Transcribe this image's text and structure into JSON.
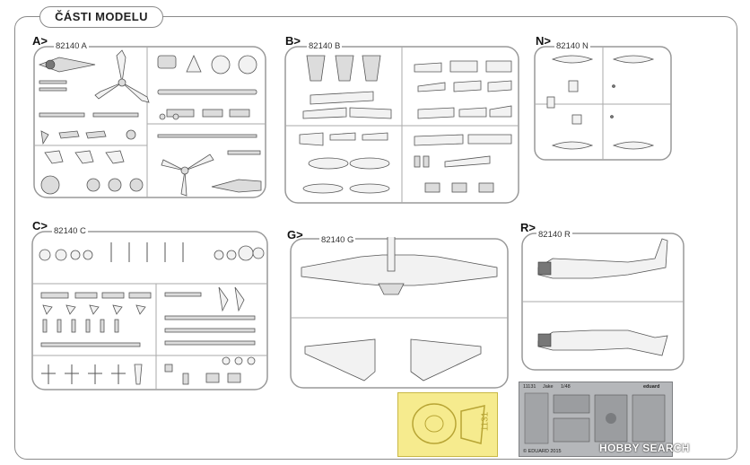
{
  "title": "ČÁSTI MODELU",
  "sections": {
    "a": {
      "label": "A>",
      "part": "82140 A"
    },
    "b": {
      "label": "B>",
      "part": "82140 B"
    },
    "n": {
      "label": "N>",
      "part": "82140 N"
    },
    "c": {
      "label": "C>",
      "part": "82140 C"
    },
    "g": {
      "label": "G>",
      "part": "82140 G"
    },
    "r": {
      "label": "R>",
      "part": "82140 R"
    }
  },
  "mask_text": "1131",
  "photoetch": {
    "code": "11131",
    "name": "Jake",
    "scale": "1/48",
    "brand": "eduard",
    "copyright": "© EDUARD 2015"
  },
  "watermark": "HOBBY SEARCH"
}
